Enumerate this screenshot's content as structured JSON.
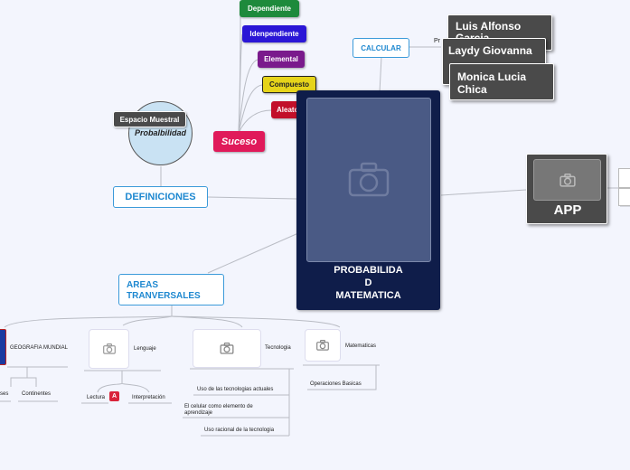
{
  "central": {
    "title": "PROBABILIDAD MATEMATICA",
    "title_line1": "PROBABILIDA",
    "title_line2": "D",
    "title_line3": "MATEMATICA"
  },
  "calcular": {
    "label": "CALCULAR",
    "side_label": "Pr"
  },
  "people": [
    "Luis Alfonso Garcia",
    "Laydy Giovanna",
    "Monica Lucia Chica"
  ],
  "suceso": {
    "label": "Suceso",
    "children": [
      {
        "label": "Dependiente",
        "color": "#1e8a3c"
      },
      {
        "label": "Idenpendiente",
        "color": "#2a16d6"
      },
      {
        "label": "Elemental",
        "color": "#7a1a8c"
      },
      {
        "label": "Compuesto",
        "color": "#e6d41a"
      },
      {
        "label": "Aleatorio",
        "color": "#c2102a"
      }
    ],
    "color": "#e01a5a"
  },
  "definiciones": {
    "label": "DEFINICIONES",
    "circle_label": "Probalbilidad",
    "espacio": "Espacio Muestral"
  },
  "app": {
    "label": "APP"
  },
  "areas": {
    "label": "AREAS TRANVERSALES",
    "label_line1": "AREAS",
    "label_line2": "TRANVERSALES",
    "geografia": {
      "label": "GEOGRAFIA MUNDIAL",
      "children": [
        "ses",
        "Continentes"
      ]
    },
    "lenguaje": {
      "label": "Lenguaje",
      "children": [
        "Lectura",
        "Interpretación"
      ]
    },
    "tecnologia": {
      "label": "Tecnologia",
      "children": [
        "Uso de las tecnologias actuales",
        "El celular como elemento de aprendizaje",
        "Uso racional de la tecnologia"
      ]
    },
    "matematicas": {
      "label": "Matematicas",
      "children": [
        "Operaciones Basicas"
      ]
    }
  }
}
